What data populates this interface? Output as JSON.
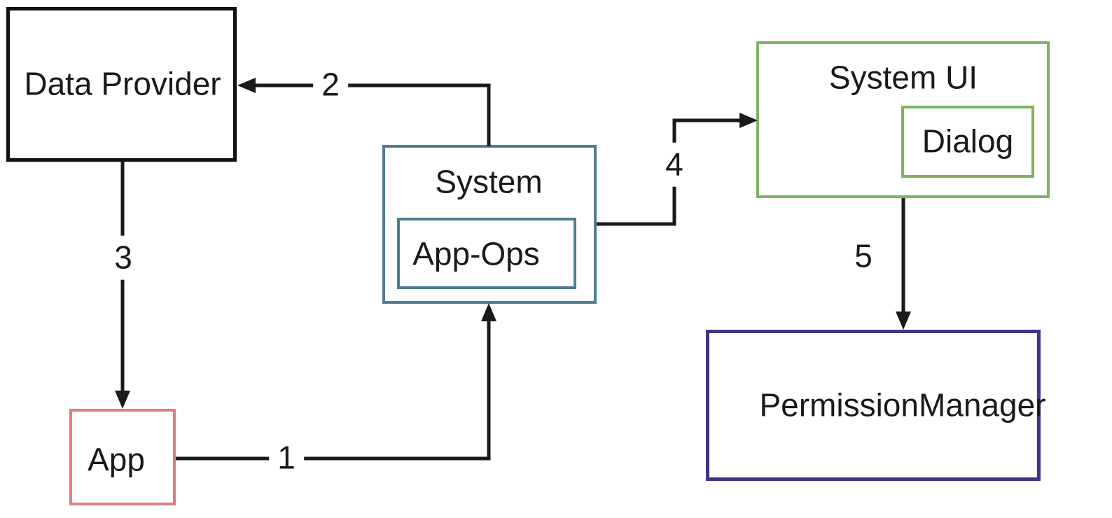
{
  "diagram": {
    "background_color": "#ffffff",
    "arrow_color": "#1a1a1a",
    "nodes": [
      {
        "id": "data-provider",
        "label": "Data Provider",
        "border_color": "#111111",
        "contains": []
      },
      {
        "id": "app",
        "label": "App",
        "border_color": "#de7e7e",
        "contains": []
      },
      {
        "id": "system",
        "label": "System",
        "border_color": "#4e7f91",
        "contains": [
          "app-ops"
        ]
      },
      {
        "id": "app-ops",
        "label": "App-Ops",
        "border_color": "#4e7f91",
        "contains": []
      },
      {
        "id": "system-ui",
        "label": "System UI",
        "border_color": "#7cb464",
        "contains": [
          "dialog"
        ]
      },
      {
        "id": "dialog",
        "label": "Dialog",
        "border_color": "#7cb464",
        "contains": []
      },
      {
        "id": "permission-manager",
        "label": "PermissionManager",
        "border_color": "#3e3589",
        "contains": []
      }
    ],
    "edges": [
      {
        "label": "1",
        "from": "app",
        "to": "system"
      },
      {
        "label": "2",
        "from": "system",
        "to": "data-provider"
      },
      {
        "label": "3",
        "from": "data-provider",
        "to": "app"
      },
      {
        "label": "4",
        "from": "system",
        "to": "system-ui"
      },
      {
        "label": "5",
        "from": "system-ui",
        "to": "permission-manager"
      }
    ]
  }
}
